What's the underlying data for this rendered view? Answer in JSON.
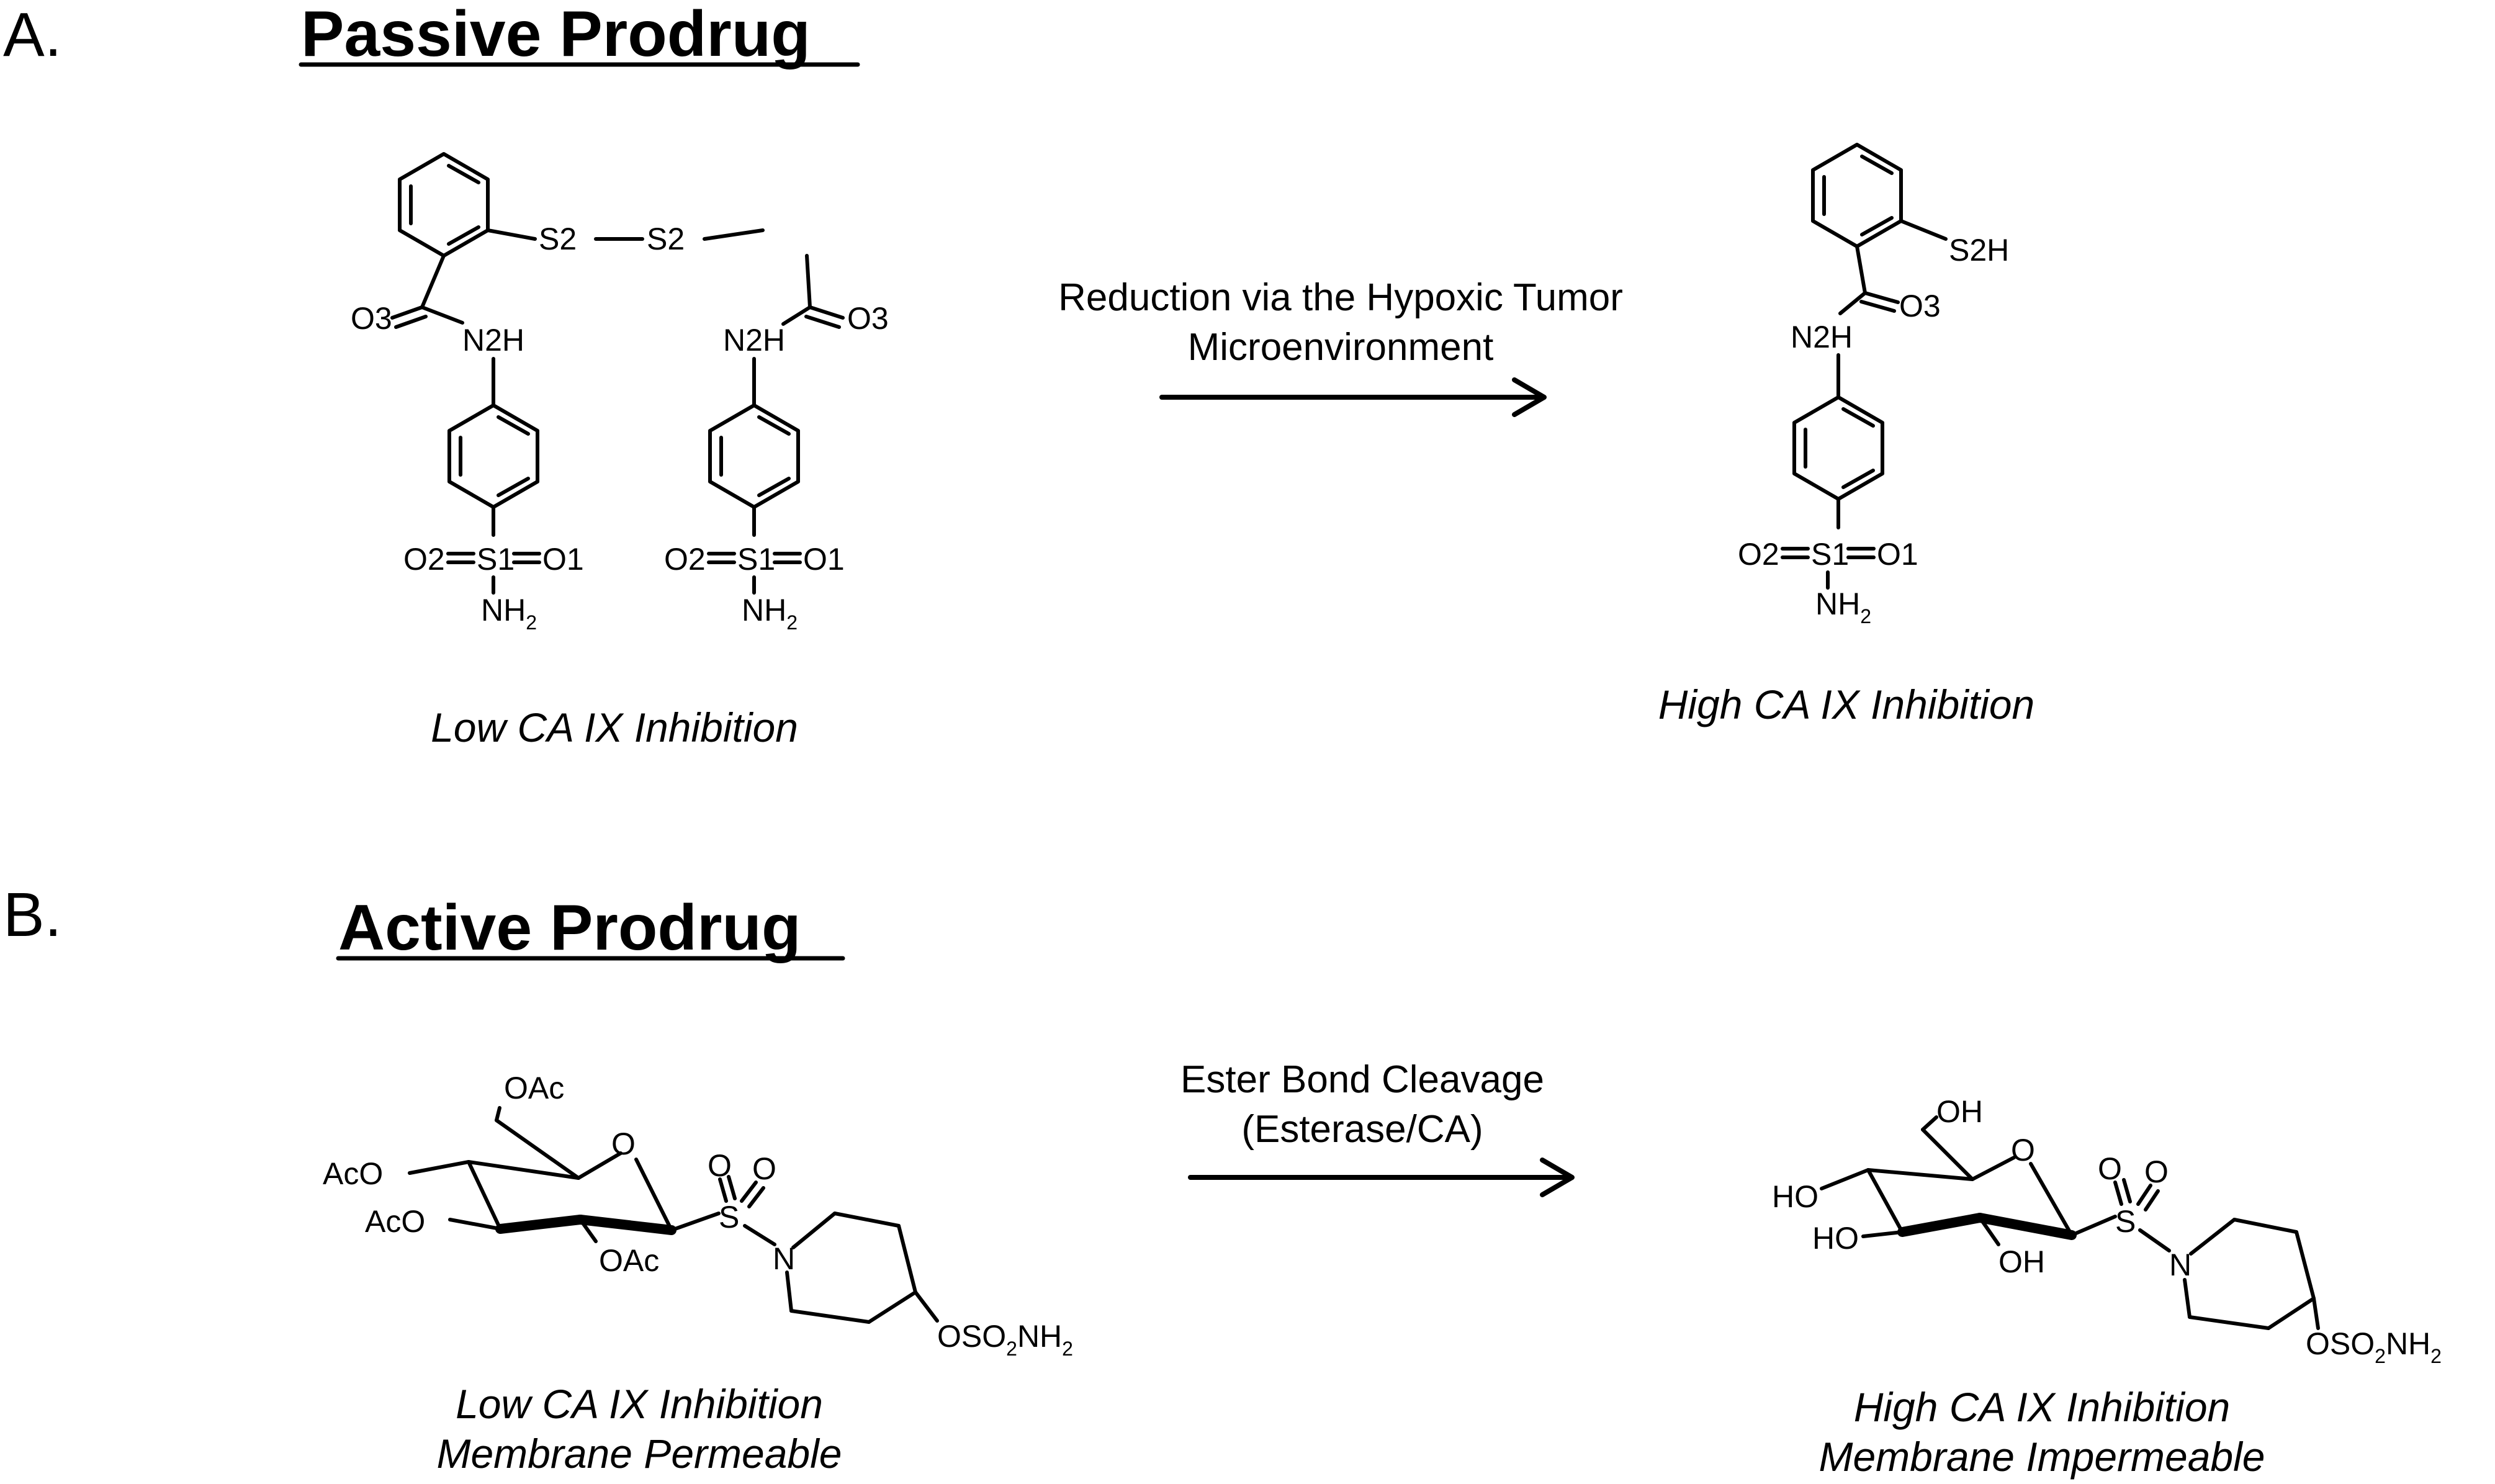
{
  "panel_a": {
    "letter": "A.",
    "title": "Passive Prodrug",
    "arrow_label_line1": "Reduction via the Hypoxic Tumor",
    "arrow_label_line2": "Microenvironment",
    "left_caption": "Low CA IX Inhibition",
    "right_caption": "High CA IX Inhibition",
    "atoms": {
      "s2": "S2",
      "s2h": "S2H",
      "o3": "O3",
      "n2h": "N2H",
      "o2": "O2",
      "s1": "S1",
      "o1": "O1",
      "nh": "NH",
      "sub2": "2"
    }
  },
  "panel_b": {
    "letter": "B.",
    "title": "Active Prodrug",
    "arrow_label_line1": "Ester Bond Cleavage",
    "arrow_label_line2": "(Esterase/CA)",
    "left_caption_line1": "Low CA IX Inhibition",
    "left_caption_line2": "Membrane Permeable",
    "right_caption_line1": "High CA IX Inhibition",
    "right_caption_line2": "Membrane Impermeable",
    "atoms": {
      "oac": "OAc",
      "aco": "AcO",
      "oh": "OH",
      "ho": "HO",
      "o": "O",
      "s": "S",
      "n": "N",
      "oso": "OSO",
      "nh": "NH",
      "sub2": "2"
    }
  }
}
